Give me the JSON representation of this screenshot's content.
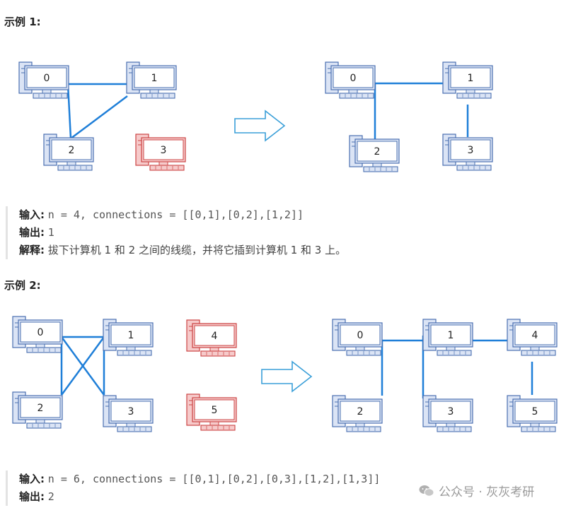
{
  "example1": {
    "heading": "示例 1:",
    "before_nodes": [
      "0",
      "1",
      "2",
      "3"
    ],
    "after_nodes": [
      "0",
      "1",
      "2",
      "3"
    ],
    "input_label": "输入:",
    "input_value": "n = 4, connections = [[0,1],[0,2],[1,2]]",
    "output_label": "输出:",
    "output_value": "1",
    "explain_label": "解释:",
    "explain_value": "拔下计算机 1 和 2 之间的线缆，并将它插到计算机 1 和 3 上。"
  },
  "example2": {
    "heading": "示例 2:",
    "before_nodes": [
      "0",
      "1",
      "2",
      "3",
      "4",
      "5"
    ],
    "after_nodes": [
      "0",
      "1",
      "2",
      "3",
      "4",
      "5"
    ],
    "input_label": "输入:",
    "input_value": "n = 6, connections = [[0,1],[0,2],[0,3],[1,2],[1,3]]",
    "output_label": "输出:",
    "output_value": "2"
  },
  "colors": {
    "cable": "#1f7fd8",
    "computer_blue": "#4a6fb0",
    "computer_red": "#cc4444",
    "arrow": "#3a9fd8"
  },
  "watermark": "公众号 · 灰灰考研"
}
